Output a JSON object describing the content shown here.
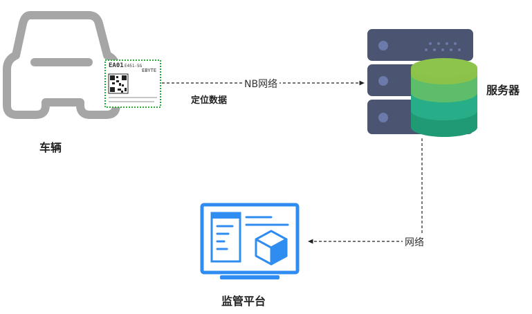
{
  "nodes": {
    "vehicle": {
      "label": "车辆"
    },
    "server": {
      "label": "服务器"
    },
    "platform": {
      "label": "监管平台"
    }
  },
  "module": {
    "model": "EA01",
    "sub_model": "E451-SG",
    "brand": "EBYTE",
    "icon": "qr-code-icon"
  },
  "edges": {
    "vehicle_to_server": {
      "label": "NB网络",
      "sublabel": "定位数据"
    },
    "server_to_platform": {
      "label": "网络"
    }
  },
  "colors": {
    "car_outline": "#a6a6a6",
    "server_body": "#4b5470",
    "db_top": "#8bc34a",
    "db_mid": "#3fb57c",
    "db_bottom": "#1f9a74",
    "monitor": "#2f8cf0",
    "module_border": "#2eaa3a"
  }
}
